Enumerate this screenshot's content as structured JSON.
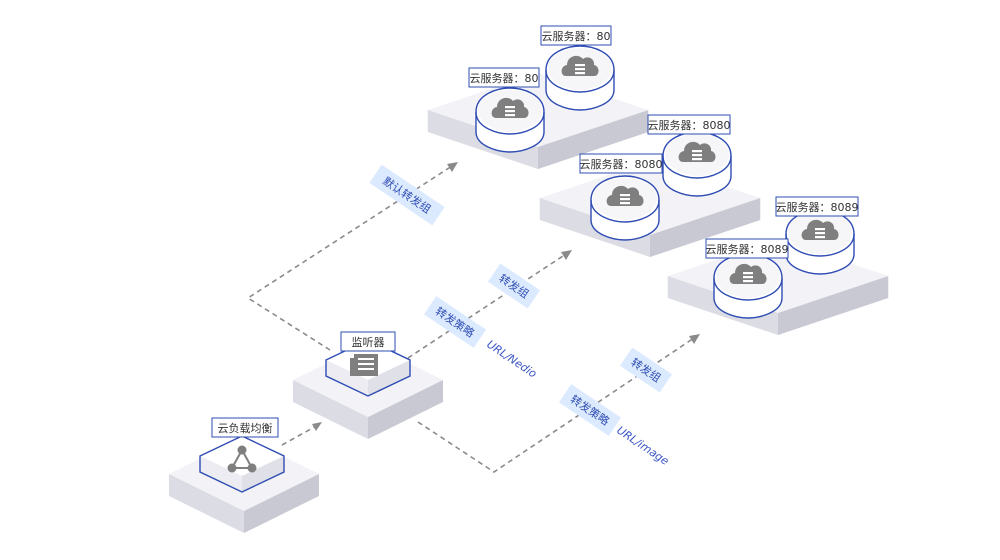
{
  "nodes": {
    "load_balancer": {
      "label": "云负载均衡"
    },
    "listener": {
      "label": "监听器"
    }
  },
  "server_groups": {
    "default": {
      "servers": [
        "云服务器：80",
        "云服务器：80"
      ]
    },
    "nedio": {
      "servers": [
        "云服务器：8080",
        "云服务器：8080"
      ]
    },
    "image": {
      "servers": [
        "云服务器：8089",
        "云服务器：8089"
      ]
    }
  },
  "edge_labels": {
    "default_group": "默认转发组",
    "nedio_policy": "转发策略",
    "nedio_url": "URL/Nedio",
    "nedio_group": "转发组",
    "image_policy": "转发策略",
    "image_url": "URL/image",
    "image_group": "转发组"
  },
  "colors": {
    "accent_blue": "#2f4db3",
    "tag_fill": "#dbeafe",
    "platform_top": "#f1f1f5",
    "icon_gray": "#7f7f7f",
    "edge_gray": "#8a8a8a"
  },
  "icons": {
    "load_balancer": "branch-network-icon",
    "listener": "document-list-icon",
    "server": "cloud-server-icon"
  }
}
